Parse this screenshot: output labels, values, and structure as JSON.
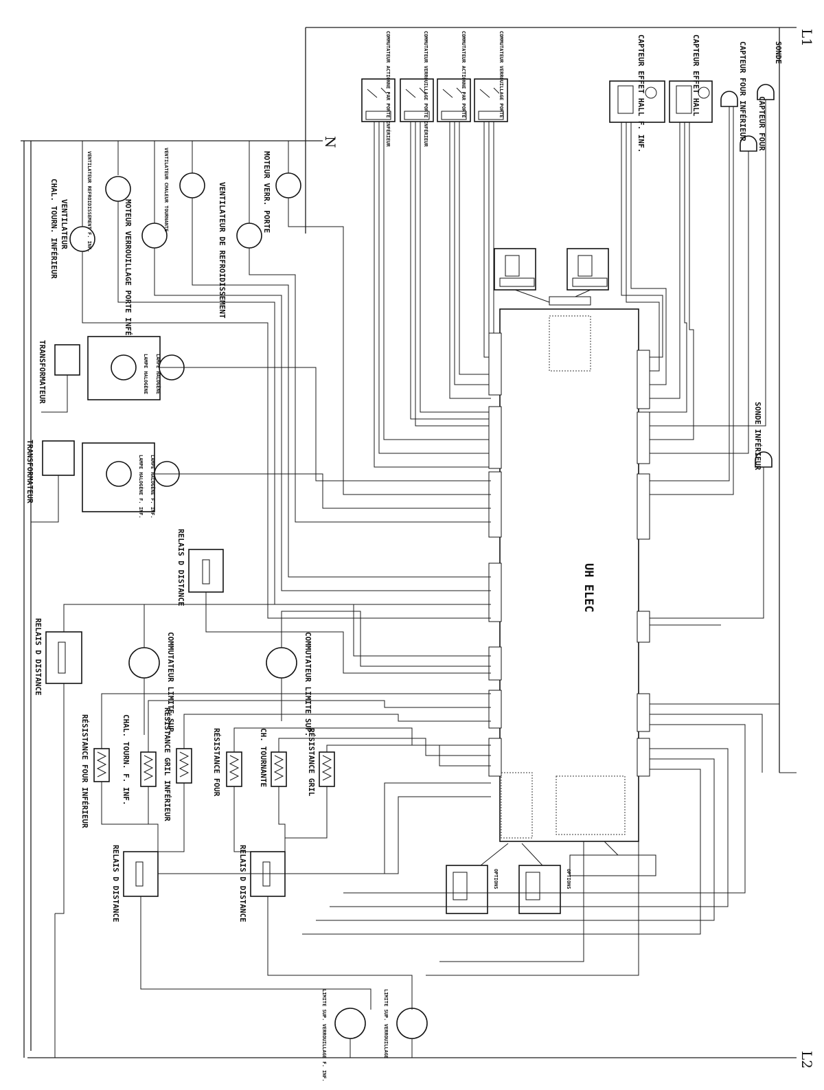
{
  "lines": {
    "l1": "L1",
    "l2": "L2",
    "n": "N"
  },
  "board": {
    "label": "UH ELEC"
  },
  "top_components": {
    "comm_porte_inf": "COMMUTATEUR ACTIONNE PAR PORTE INFÉRIEUR",
    "comm_verr_inf": "COMMUTATEUR VERROUILLAGE PORTE INFÉRIEUR",
    "comm_porte": "COMMUTATEUR ACTIONNE PAR PORTE",
    "comm_verr": "COMMUTATEUR VERROUILLAGE PORTE",
    "capteur_hall_inf": "CAPTEUR EFFET HALL F. INF.",
    "capteur_hall": "CAPTEUR EFFET HALL",
    "capteur_four_inf": "CAPTEUR FOUR INFÉRIEUR",
    "sonde": "SONDE",
    "capteur_four": "CAPTEUR FOUR",
    "sonde_inf": "SONDE INFÉRIEUR"
  },
  "left_components": {
    "vent_refroid_inf": "VENTILATEUR REFROIDISSEMENT F. INF.",
    "vent_chal_tourn_inf": "CHAL. TOURN. INFÉRIEUR",
    "ventilateur": "VENTILATEUR",
    "moteur_verr_inf": "MOTEUR VERROUILLAGE PORTE INFÉRIEUR",
    "vent_chaleur_tourn": "VENTILATEUR CHALEUR TOURNANTE",
    "vent_refroid": "VENTILATEUR DE REFROIDISSEMENT",
    "moteur_verr": "MOTEUR VERR. PORTE",
    "lampe_halogene_1": "LAMPE HALOGÈNE",
    "lampe_halogene_2": "LAMPE HALOGÈNE",
    "transformateur_1": "TRANSFORMATEUR",
    "lampe_halogene_inf_1": "LAMPE HALOGÈNE F. INF.",
    "lampe_halogene_inf_2": "LAMPE HALOGÈNE F. INF.",
    "transformateur_2": "TRANSFORMATEUR",
    "relais_1": "RELAIS D DISTANCE",
    "relais_2": "RELAIS D DISTANCE",
    "relais_3": "RELAIS D DISTANCE",
    "relais_4": "RELAIS D DISTANCE",
    "comm_limite_sup_1": "COMMUTATEUR LIMITE SUP.",
    "comm_limite_sup_2": "COMMUTATEUR LIMITE SUP."
  },
  "heating_elements": {
    "res_four_inf": "RÉSISTANCE FOUR INFÉRIEUR",
    "chal_tourn_inf": "CHAL. TOURN. F. INF.",
    "res_gril_inf": "RÉSISTANCE GRIL INFÉRIEUR",
    "res_four": "RÉSISTANCE FOUR",
    "ch_tournante": "CH. TOURNANTE",
    "res_gril": "RÉSISTANCE GRIL"
  },
  "bottom_components": {
    "limite_sup_inf": "LIMITE SUP. VERROUILLAGE F. INF.",
    "limite_sup": "LIMITE SUP. VERROUILLAGE",
    "options_1": "OPTIONS",
    "options_2": "OPTIONS"
  }
}
